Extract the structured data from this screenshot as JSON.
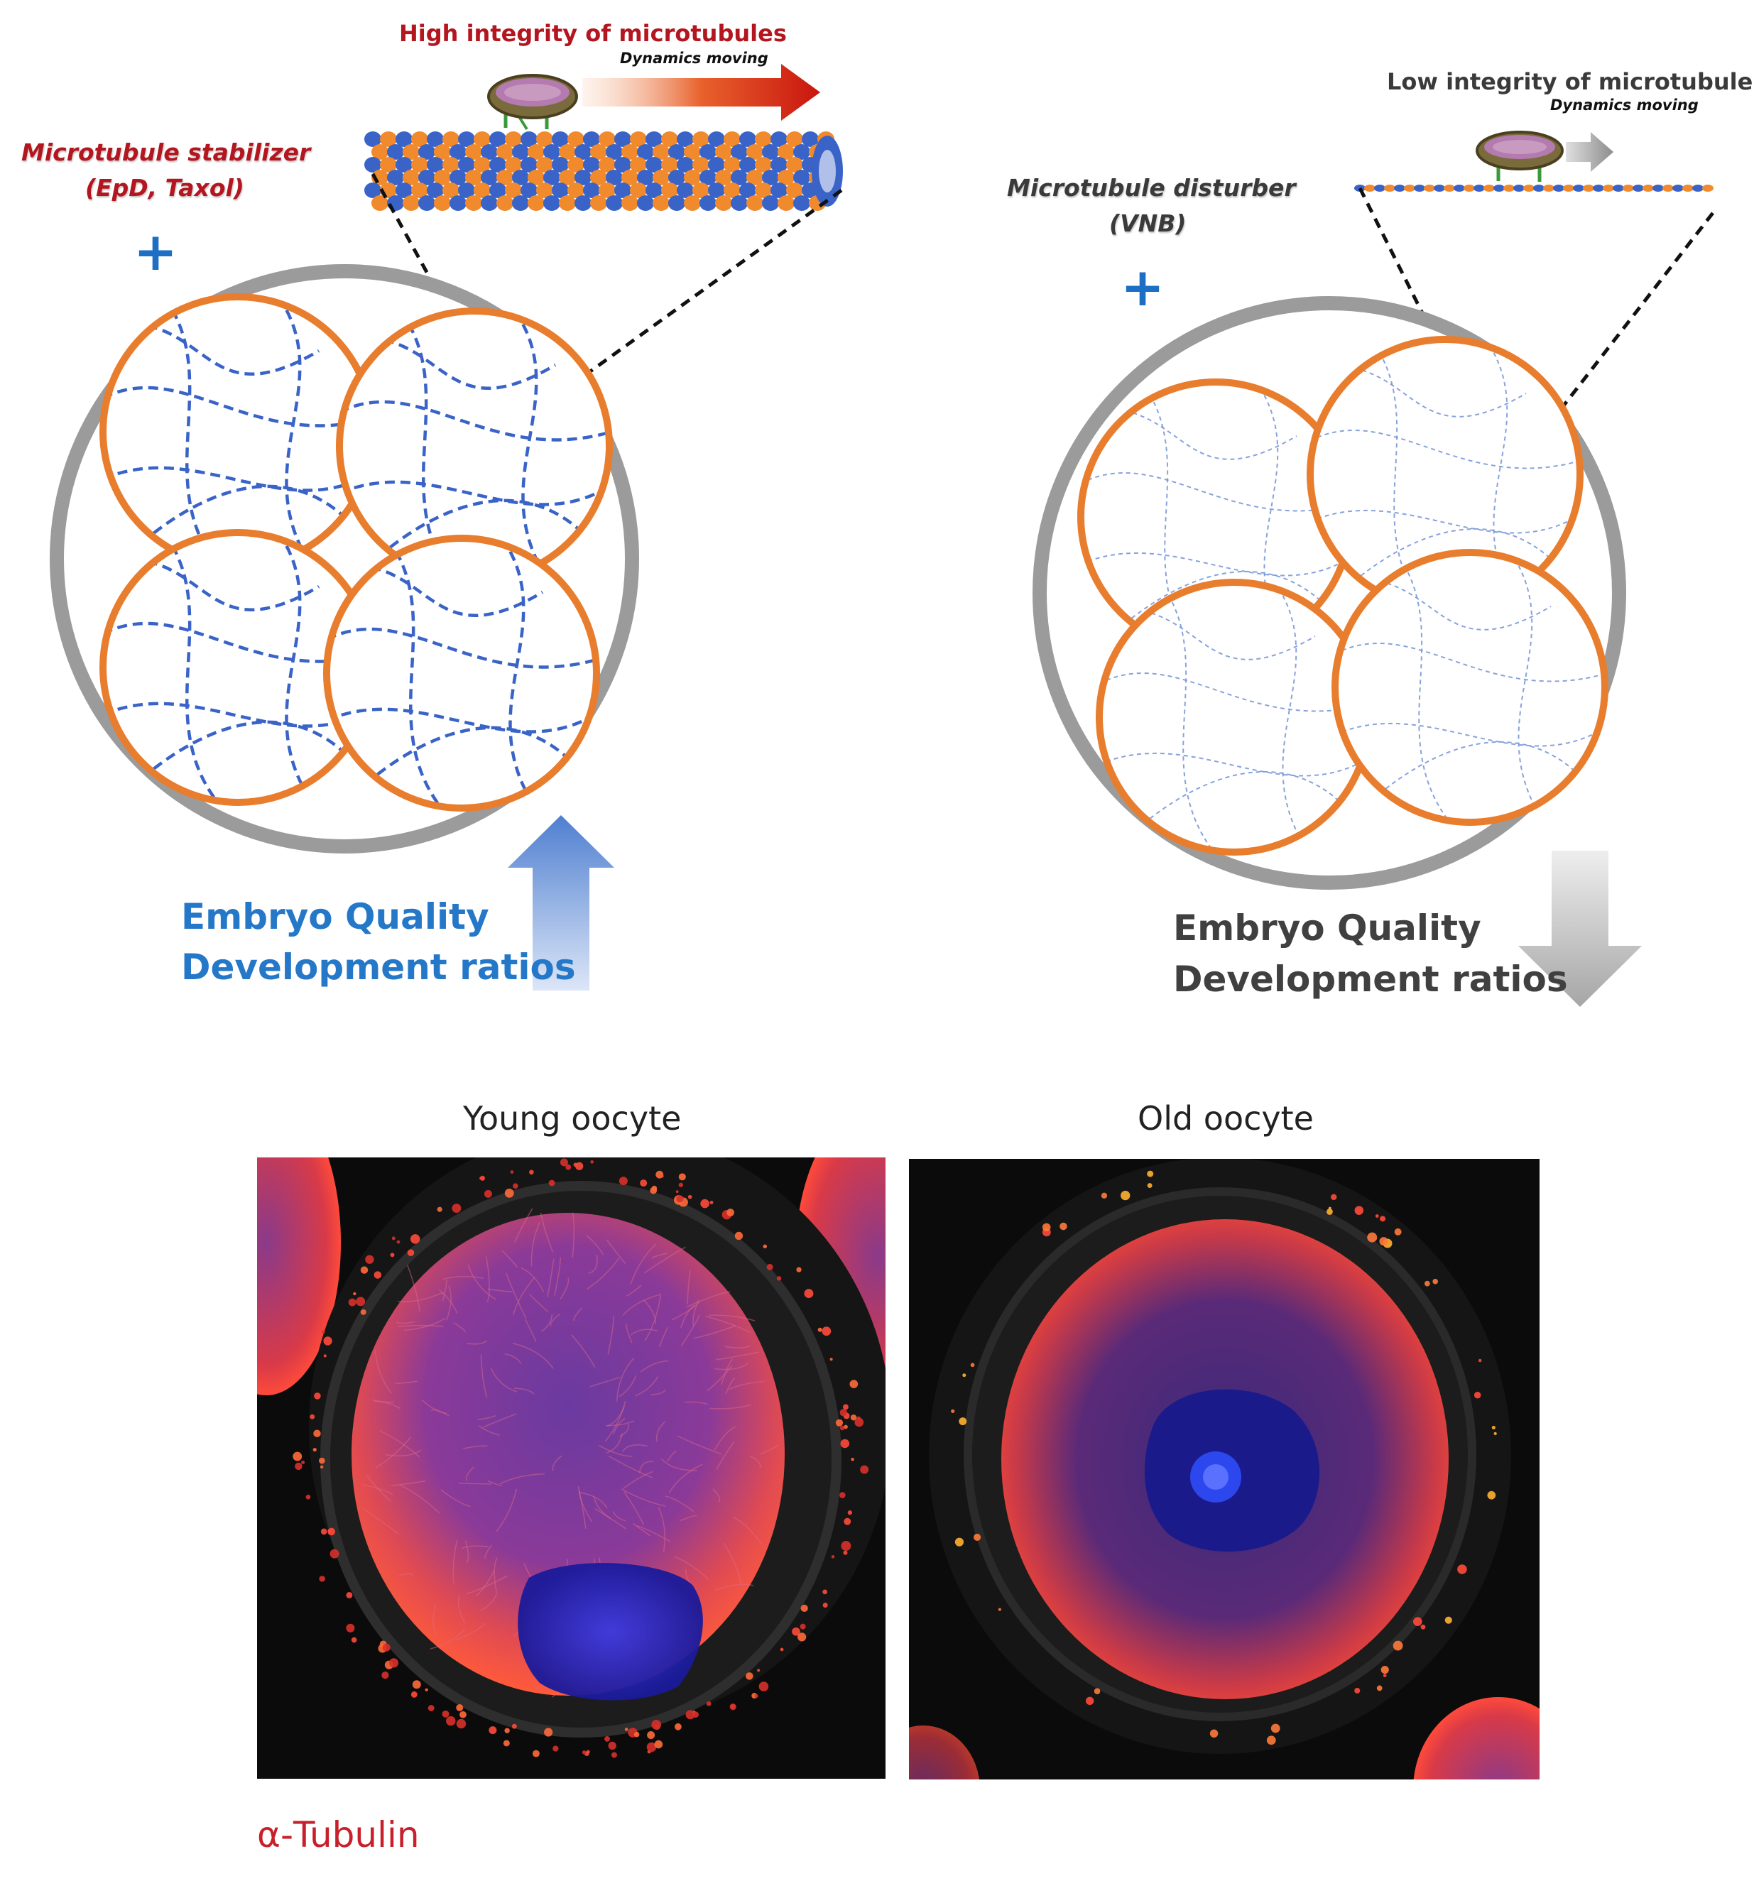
{
  "left_panel": {
    "title": "High integrity of microtubules",
    "dynamics": "Dynamics moving",
    "treatment_name": "Microtubule stabilizer",
    "treatment_examples": "(EpD, Taxol)",
    "plus": "+",
    "outcome_line1": "Embryo Quality",
    "outcome_line2": "Development ratios",
    "arrow_direction": "up",
    "arrow_color": "#4f7fd0"
  },
  "right_panel": {
    "title": "Low integrity of microtubules",
    "dynamics": "Dynamics moving",
    "treatment_name": "Microtubule disturber",
    "treatment_examples": "(VNB)",
    "plus": "+",
    "outcome_line1": "Embryo Quality",
    "outcome_line2": "Development ratios",
    "arrow_direction": "down",
    "arrow_color": "#a6a6a6"
  },
  "micrographs": {
    "young_label": "Young oocyte",
    "old_label": "Old oocyte",
    "stain_label": "α-Tubulin"
  },
  "colors": {
    "cell_outline": "#e87d2e",
    "zona_outline": "#9b9b9b",
    "tubule_blue": "#3a63c8",
    "tubule_orange": "#f08a2c",
    "stain_red": "#ff4a3a",
    "dna_blue": "#2a2ad8"
  }
}
